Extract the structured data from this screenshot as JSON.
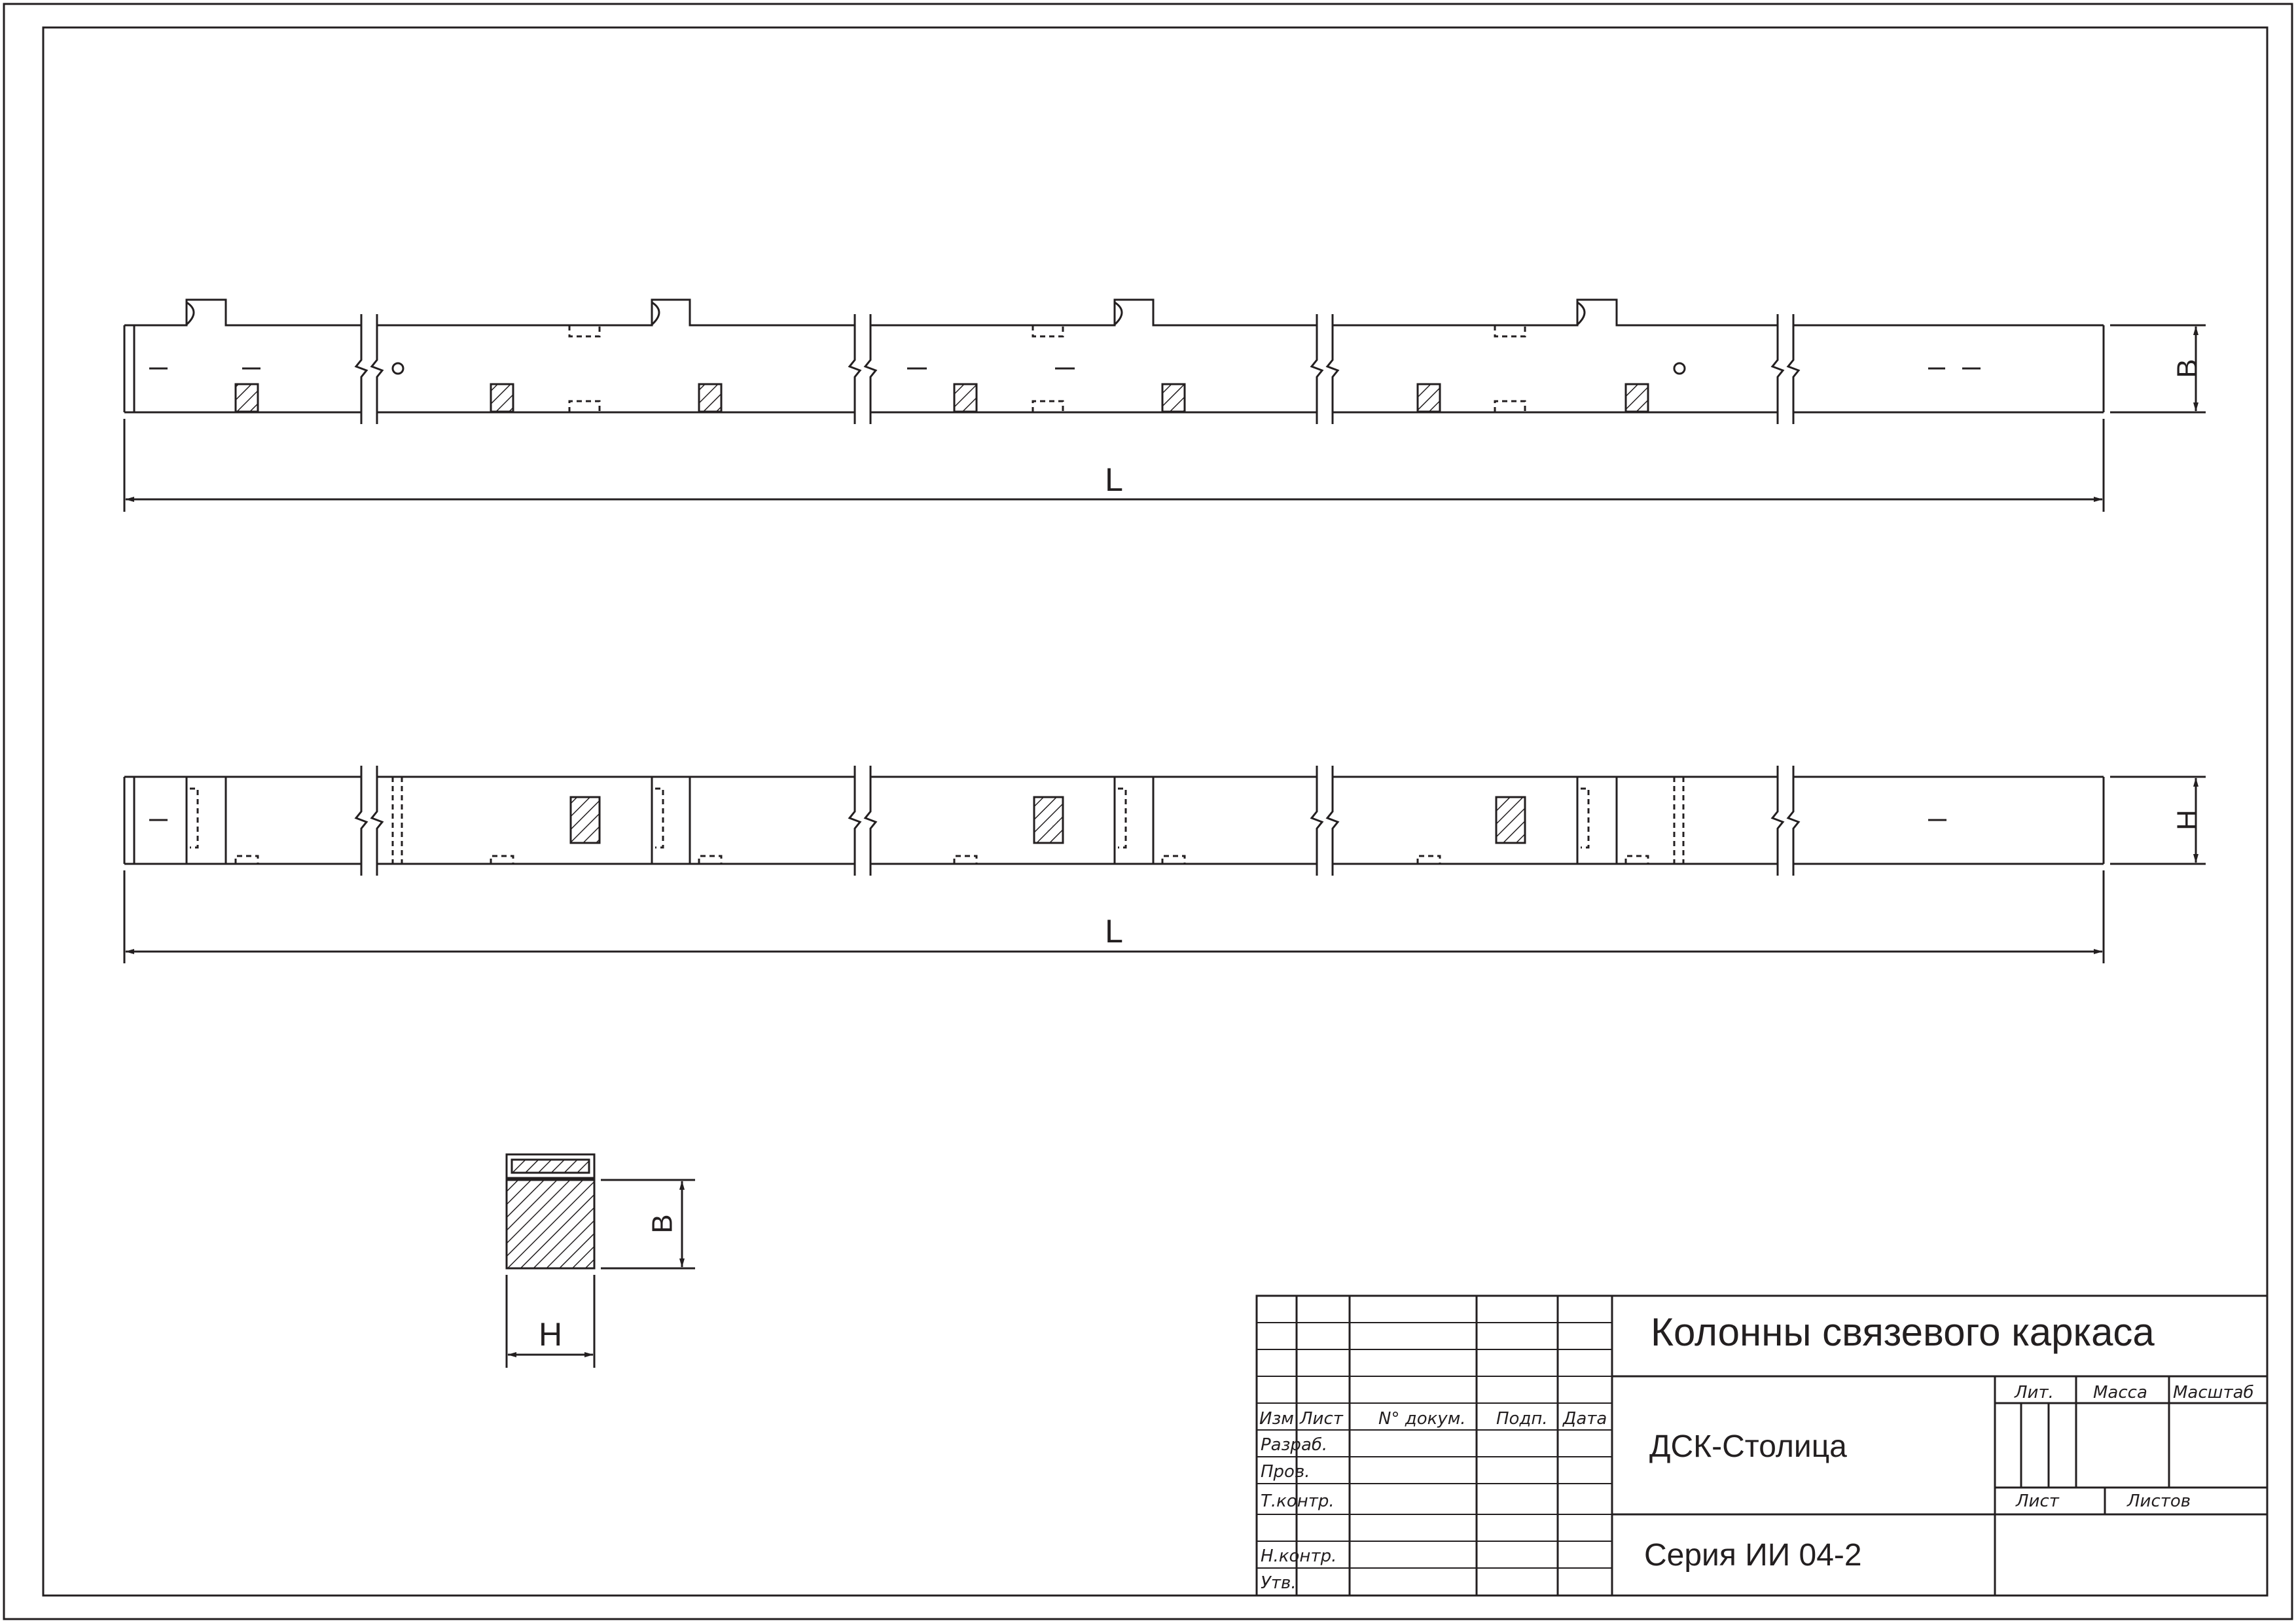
{
  "views": {
    "top": {
      "width_label": "B",
      "length_label": "L"
    },
    "side": {
      "height_label": "H",
      "length_label": "L"
    },
    "section": {
      "width_label": "B",
      "height_label": "H"
    }
  },
  "title_block": {
    "title": "Колонны связевого каркаса",
    "organization": "ДСК-Столица",
    "series": "Серия ИИ 04-2",
    "headers": {
      "izm": "Изм",
      "list": "Лист",
      "n_dokum": "N° докум.",
      "podp": "Подп.",
      "data": "Дата",
      "lit": "Лит.",
      "massa": "Масса",
      "masshtab": "Масштаб",
      "list2": "Лист",
      "listov": "Листов"
    },
    "roles": {
      "razrab": "Разраб.",
      "prov": "Пров.",
      "tkontr": "Т.контр.",
      "nkontr": "Н.контр.",
      "utv": "Утв."
    }
  },
  "colors": {
    "line": "#231f20",
    "background": "#ffffff"
  },
  "icons": [
    "hatch-pattern",
    "dimension-arrow",
    "break-line"
  ]
}
